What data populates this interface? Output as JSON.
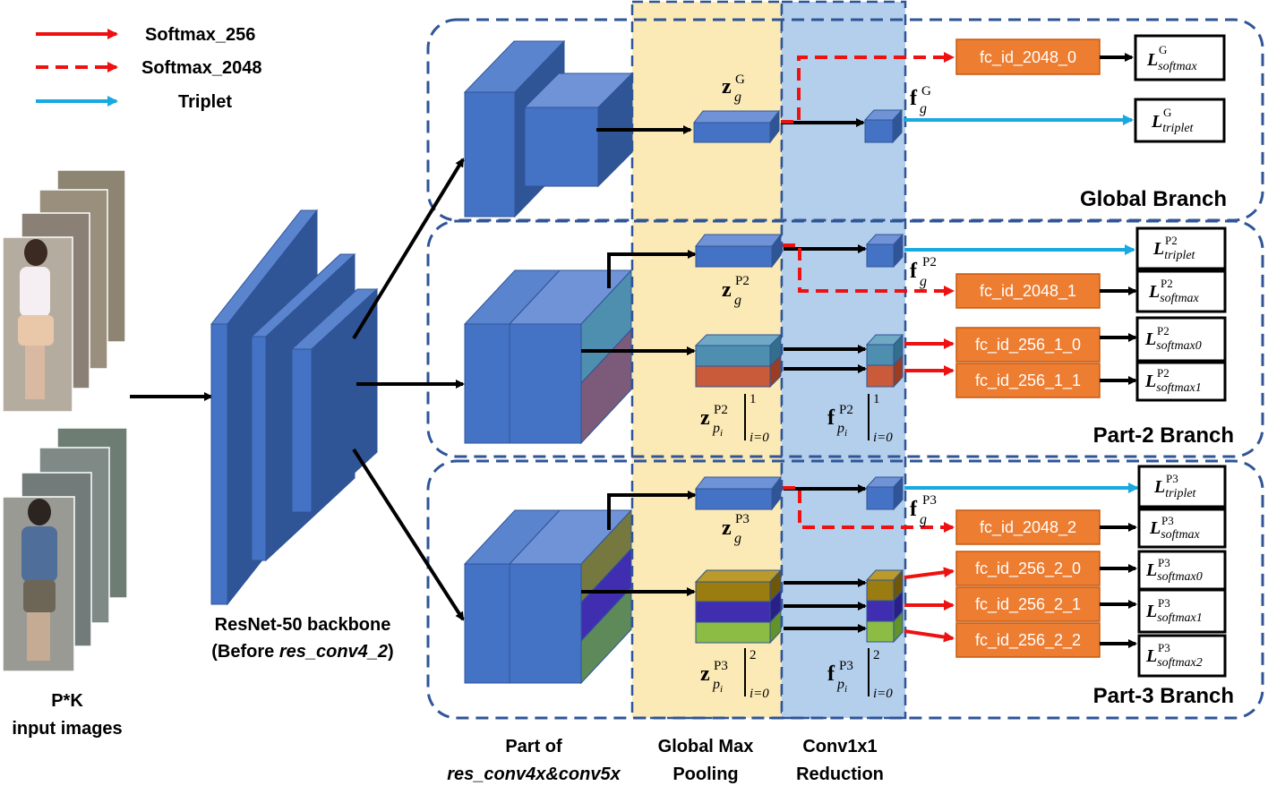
{
  "legend": [
    {
      "label": "Softmax_256",
      "color": "#ee1111",
      "style": "solid"
    },
    {
      "label": "Softmax_2048",
      "color": "#ee1111",
      "style": "dashed"
    },
    {
      "label": "Triplet",
      "color": "#17a9e0",
      "style": "solid"
    }
  ],
  "input": {
    "line1": "P*K",
    "line2": "input images"
  },
  "backbone": {
    "line1": "ResNet-50 backbone",
    "line2_pre": "(Before ",
    "line2_it": "res_conv4_2",
    "line2_post": ")"
  },
  "columns": {
    "parts_line1": "Part of",
    "parts_line2": "res_conv4x&conv5x",
    "gmp_line1": "Global Max",
    "gmp_line2": "Pooling",
    "conv_line1": "Conv1x1",
    "conv_line2": "Reduction"
  },
  "branches": {
    "global": "Global Branch",
    "part2": "Part-2 Branch",
    "part3": "Part-3 Branch"
  },
  "fc": {
    "g0": "fc_id_2048_0",
    "p2_full": "fc_id_2048_1",
    "p2_0": "fc_id_256_1_0",
    "p2_1": "fc_id_256_1_1",
    "p3_full": "fc_id_2048_2",
    "p3_0": "fc_id_256_2_0",
    "p3_1": "fc_id_256_2_1",
    "p3_2": "fc_id_256_2_2"
  },
  "math": {
    "z": "z",
    "f": "f",
    "L": "L",
    "sub_g": "g",
    "sub_p": "p",
    "sub_i": "i",
    "sup_G": "G",
    "sup_P2": "P2",
    "sup_P3": "P3",
    "range_1": "1",
    "range_2": "2",
    "range_i0": "i=0",
    "softmax": "softmax",
    "triplet": "triplet",
    "softmax0": "softmax0",
    "softmax1": "softmax1",
    "softmax2": "softmax2"
  },
  "colors": {
    "blue": "#4472c4",
    "blue_dark": "#2f5597",
    "orange": "#ed7d31",
    "red": "#ee1111",
    "cyan": "#17a9e0",
    "dash_border": "#2f5597",
    "gmp_bg": "#fbe9b6",
    "conv_bg": "#b4cfeb",
    "teal": "#4e8fb0",
    "rust": "#c95b3a",
    "olive": "#9a7c10",
    "navy": "#3f2fb0",
    "lime": "#8dbc45"
  }
}
